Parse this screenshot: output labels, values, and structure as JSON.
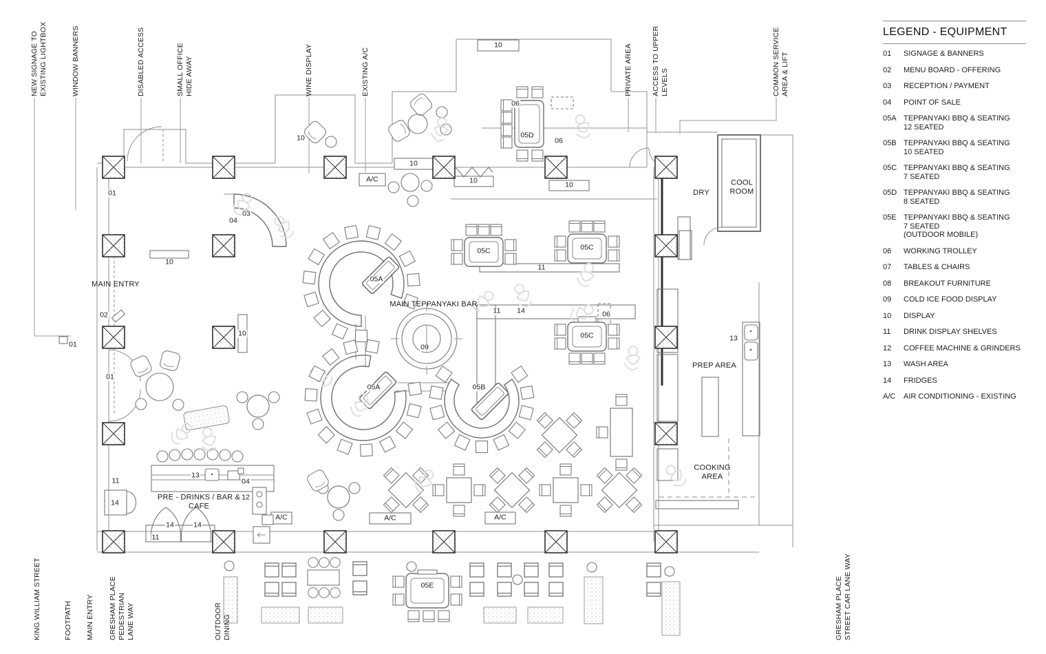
{
  "legend": {
    "title": "LEGEND - EQUIPMENT",
    "items": [
      {
        "code": "01",
        "label": "SIGNAGE & BANNERS"
      },
      {
        "code": "02",
        "label": "MENU BOARD - OFFERING"
      },
      {
        "code": "03",
        "label": "RECEPTION / PAYMENT"
      },
      {
        "code": "04",
        "label": "POINT OF SALE"
      },
      {
        "code": "05A",
        "label": "TEPPANYAKI BBQ & SEATING\n12 SEATED"
      },
      {
        "code": "05B",
        "label": "TEPPANYAKI BBQ & SEATING\n10 SEATED"
      },
      {
        "code": "05C",
        "label": "TEPPANYAKI BBQ & SEATING\n7 SEATED"
      },
      {
        "code": "05D",
        "label": "TEPPANYAKI BBQ & SEATING\n8 SEATED"
      },
      {
        "code": "05E",
        "label": "TEPPANYAKI BBQ & SEATING\n7 SEATED\n(OUTDOOR MOBILE)"
      },
      {
        "code": "06",
        "label": "WORKING TROLLEY"
      },
      {
        "code": "07",
        "label": "TABLES & CHAIRS"
      },
      {
        "code": "08",
        "label": "BREAKOUT FURNITURE"
      },
      {
        "code": "09",
        "label": "COLD ICE FOOD DISPLAY"
      },
      {
        "code": "10",
        "label": "DISPLAY"
      },
      {
        "code": "11",
        "label": "DRINK DISPLAY SHELVES"
      },
      {
        "code": "12",
        "label": "COFFEE MACHINE & GRINDERS"
      },
      {
        "code": "13",
        "label": "WASH AREA"
      },
      {
        "code": "14",
        "label": "FRIDGES"
      },
      {
        "code": "A/C",
        "label": "AIR CONDITIONING - EXISTING"
      }
    ]
  },
  "callouts": {
    "top": [
      {
        "id": "new-signage",
        "text": "NEW SIGNAGE TO\nEXISTING LIGHTBOX"
      },
      {
        "id": "window-banners",
        "text": "WINDOW BANNERS"
      },
      {
        "id": "disabled-access",
        "text": "DISABLED ACCESS"
      },
      {
        "id": "small-office",
        "text": "SMALL OFFICE\nHIDE AWAY"
      },
      {
        "id": "wine-display",
        "text": "WINE DISPLAY"
      },
      {
        "id": "existing-ac",
        "text": "EXISTING A/C"
      },
      {
        "id": "private-area",
        "text": "PRIVATE AREA"
      },
      {
        "id": "access-upper",
        "text": "ACCESS TO UPPER\nLEVELS"
      },
      {
        "id": "common-service",
        "text": "COMMON SERVICE\nAREA & LIFT"
      }
    ],
    "bottom": [
      {
        "id": "king-william",
        "text": "KING WILLIAM STREET"
      },
      {
        "id": "footpath",
        "text": "FOOTPATH"
      },
      {
        "id": "main-entry",
        "text": "MAIN ENTRY"
      },
      {
        "id": "gresham-pedestrian",
        "text": "GRESHAM PLACE\nPEDESTRIAN\nLANE WAY"
      },
      {
        "id": "outdoor-dining",
        "text": "OUTDOOR\nDINING"
      },
      {
        "id": "gresham-car",
        "text": "GRESHAM PLACE\nSTREET CAR LANE WAY"
      }
    ]
  },
  "plan": {
    "rooms": {
      "main_entry": "MAIN ENTRY",
      "main_teppanyaki_bar": "MAIN TEPPANYAKI BAR",
      "pre_drinks": "PRE - DRINKS / BAR &\nCAFE",
      "dry": "DRY",
      "cool_room": "COOL\nROOM",
      "prep_area": "PREP AREA",
      "cooking_area": "COOKING\nAREA"
    },
    "tags": {
      "n01": "01",
      "n02": "02",
      "n03": "03",
      "n04": "04",
      "n05A": "05A",
      "n05B": "05B",
      "n05C": "05C",
      "n05D": "05D",
      "n05E": "05E",
      "n06": "06",
      "n09": "09",
      "n10": "10",
      "n11": "11",
      "n12": "12",
      "n13": "13",
      "n14": "14",
      "ac": "A/C"
    }
  }
}
